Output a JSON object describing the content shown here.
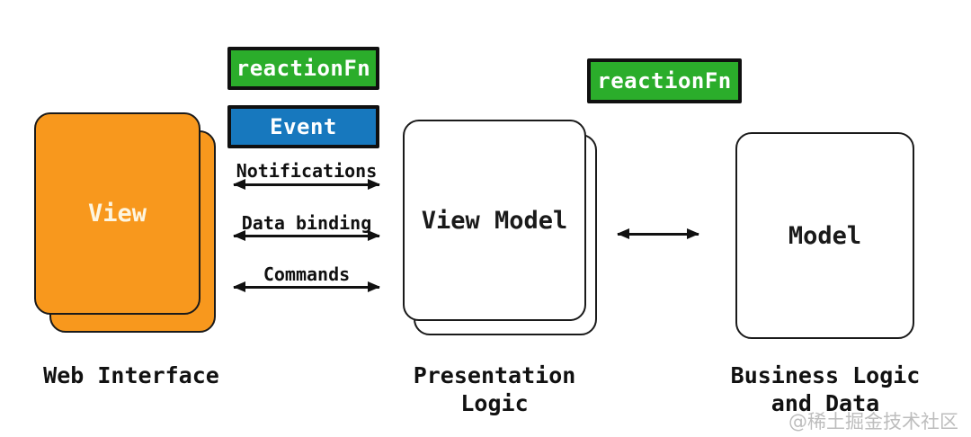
{
  "colors": {
    "orange": "#f8981d",
    "green": "#2bad2b",
    "blue": "#1778be",
    "ink": "#111111",
    "card_text_light": "#fdf5e0",
    "watermark": "#bdbdbd"
  },
  "diagram": {
    "badges": [
      {
        "id": "reactionfn-left",
        "label": "reactionFn",
        "color": "green"
      },
      {
        "id": "event",
        "label": "Event",
        "color": "blue"
      },
      {
        "id": "reactionfn-right",
        "label": "reactionFn",
        "color": "green"
      }
    ],
    "nodes": [
      {
        "id": "view",
        "title": "View",
        "caption": "Web Interface",
        "stacked": true,
        "fill": "orange"
      },
      {
        "id": "view-model",
        "title": "View Model",
        "caption": "Presentation\nLogic",
        "stacked": true,
        "fill": "white"
      },
      {
        "id": "model",
        "title": "Model",
        "caption": "Business Logic\nand Data",
        "stacked": false,
        "fill": "white"
      }
    ],
    "arrows": [
      {
        "id": "notifications",
        "label": "Notifications",
        "between": [
          "view",
          "view-model"
        ]
      },
      {
        "id": "data-binding",
        "label": "Data binding",
        "between": [
          "view",
          "view-model"
        ]
      },
      {
        "id": "commands",
        "label": "Commands",
        "between": [
          "view",
          "view-model"
        ]
      },
      {
        "id": "viewmodel-model",
        "label": "",
        "between": [
          "view-model",
          "model"
        ]
      }
    ]
  },
  "watermark": "@稀土掘金技术社区"
}
